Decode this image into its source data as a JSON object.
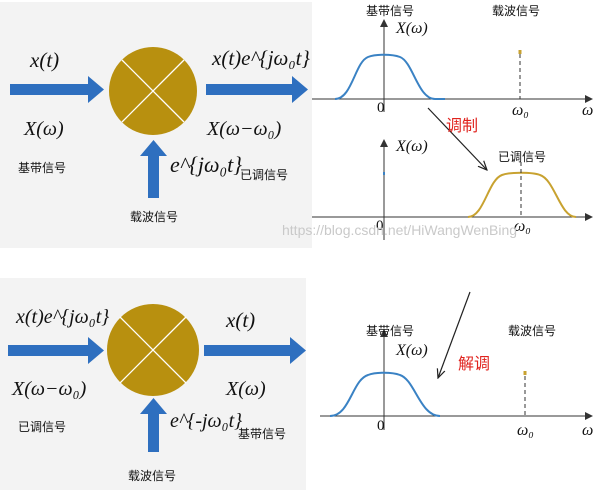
{
  "colors": {
    "arrow": "#2e6fbf",
    "multiplier": "#b8900f",
    "baseband_curve": "#3a82c4",
    "modulated_curve": "#c8a230",
    "carrier_marker": "#c8a230",
    "annotation_red": "#e0231e",
    "panel_bg": "#f3f3f3"
  },
  "modulation": {
    "input_time": "x(t)",
    "input_freq": "X(ω)",
    "input_caption": "基带信号",
    "carrier_signal": "e^{jω₀t}",
    "carrier_caption": "载波信号",
    "output_time": "x(t)e^{jω₀t}",
    "output_freq": "X(ω−ω₀)",
    "output_caption": "已调信号"
  },
  "demodulation": {
    "input_time": "x(t)e^{jω₀t}",
    "input_freq": "X(ω−ω₀)",
    "input_caption": "已调信号",
    "carrier_signal": "e^{-jω₀t}",
    "carrier_caption": "载波信号",
    "output_time": "x(t)",
    "output_freq": "X(ω)",
    "output_caption": "基带信号"
  },
  "spectrum_top": {
    "baseband_label": "基带信号",
    "carrier_label": "载波信号",
    "y_label": "X(ω)",
    "origin": "0",
    "carrier_freq": "ω₀",
    "x_axis": "ω"
  },
  "spectrum_modulated": {
    "y_label": "X(ω)",
    "modulated_label": "已调信号",
    "origin": "0",
    "carrier_freq": "ω₀"
  },
  "spectrum_bottom": {
    "baseband_label": "基带信号",
    "carrier_label": "载波信号",
    "y_label": "X(ω)",
    "origin": "0",
    "carrier_freq": "ω₀",
    "x_axis": "ω"
  },
  "annotations": {
    "modulate": "调制",
    "demodulate": "解调",
    "watermark": "https://blog.csdn.net/HiWangWenBing"
  }
}
